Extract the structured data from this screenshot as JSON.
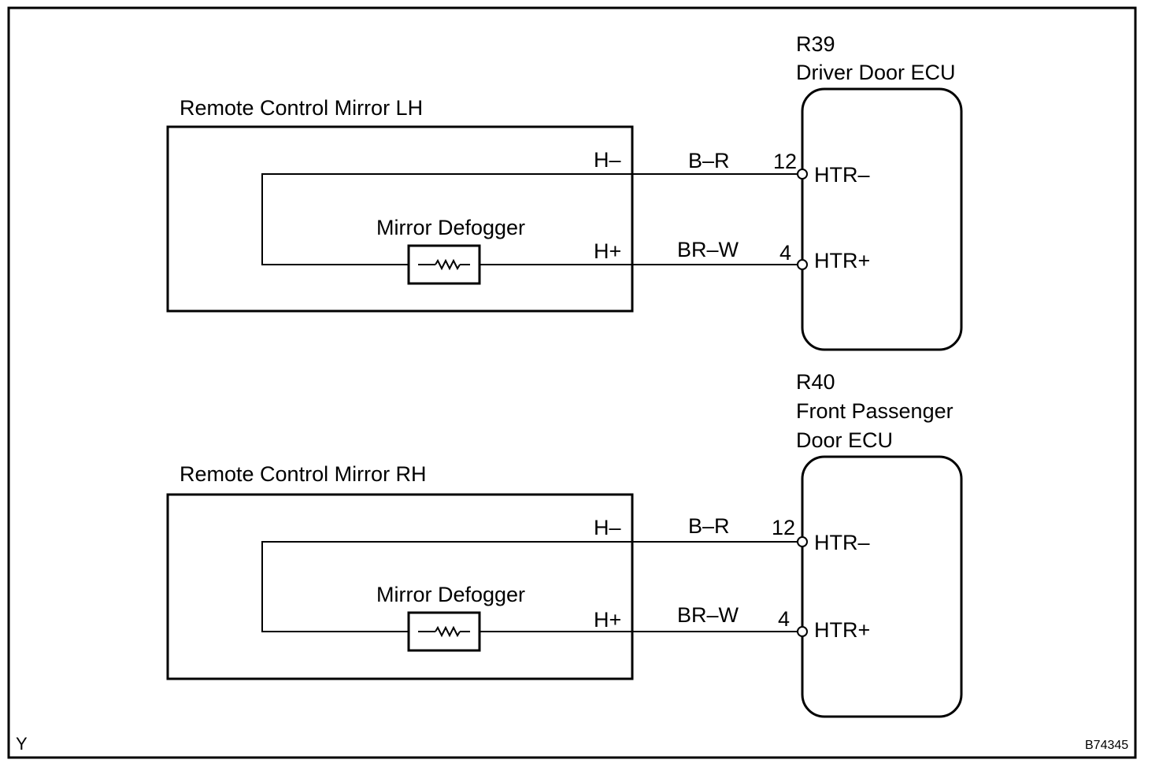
{
  "sections": [
    {
      "mirror": {
        "title": "Remote Control Mirror LH",
        "component": "Mirror Defogger",
        "terminal_neg": "H–",
        "terminal_pos": "H+"
      },
      "wires": {
        "neg_color": "B–R",
        "pos_color": "BR–W"
      },
      "ecu": {
        "code": "R39",
        "name_line1": "Driver Door ECU",
        "name_line2": "",
        "pin_neg_number": "12",
        "pin_neg_name": "HTR–",
        "pin_pos_number": "4",
        "pin_pos_name": "HTR+"
      }
    },
    {
      "mirror": {
        "title": "Remote Control Mirror RH",
        "component": "Mirror Defogger",
        "terminal_neg": "H–",
        "terminal_pos": "H+"
      },
      "wires": {
        "neg_color": "B–R",
        "pos_color": "BR–W"
      },
      "ecu": {
        "code": "R40",
        "name_line1": "Front Passenger",
        "name_line2": "Door ECU",
        "pin_neg_number": "12",
        "pin_neg_name": "HTR–",
        "pin_pos_number": "4",
        "pin_pos_name": "HTR+"
      }
    }
  ],
  "footer": {
    "left_mark": "Y",
    "figure_code": "B74345"
  }
}
